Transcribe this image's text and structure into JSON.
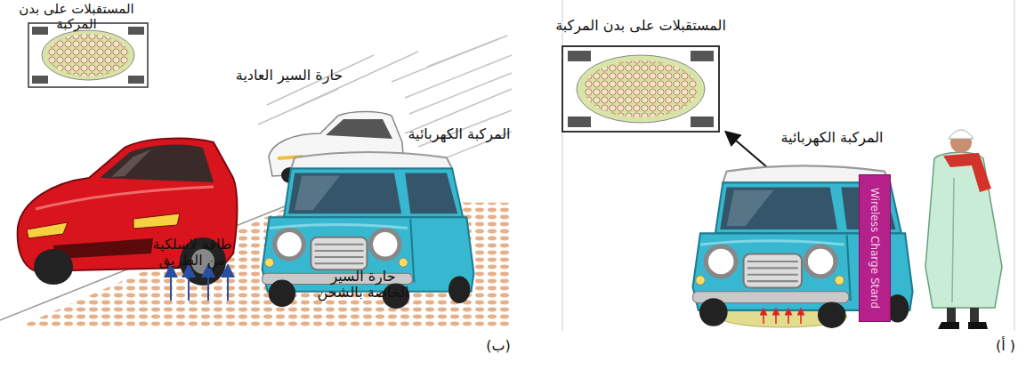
{
  "diagram": {
    "nodes": [
      {
        "text": [
          "Wireless Charge Stand"
        ]
      }
    ],
    "labels": [
      "المستقبلات على بدن المركبة",
      "حارة السير العادية",
      "المركبة الكهربائية",
      "طاقة لاسلكية من الطريق",
      "حارة السير الخاصة بالشحن",
      "(ب)",
      "المستقبلات على بدن المركبة",
      "المركبة الكهربائية",
      "( أ)"
    ]
  }
}
